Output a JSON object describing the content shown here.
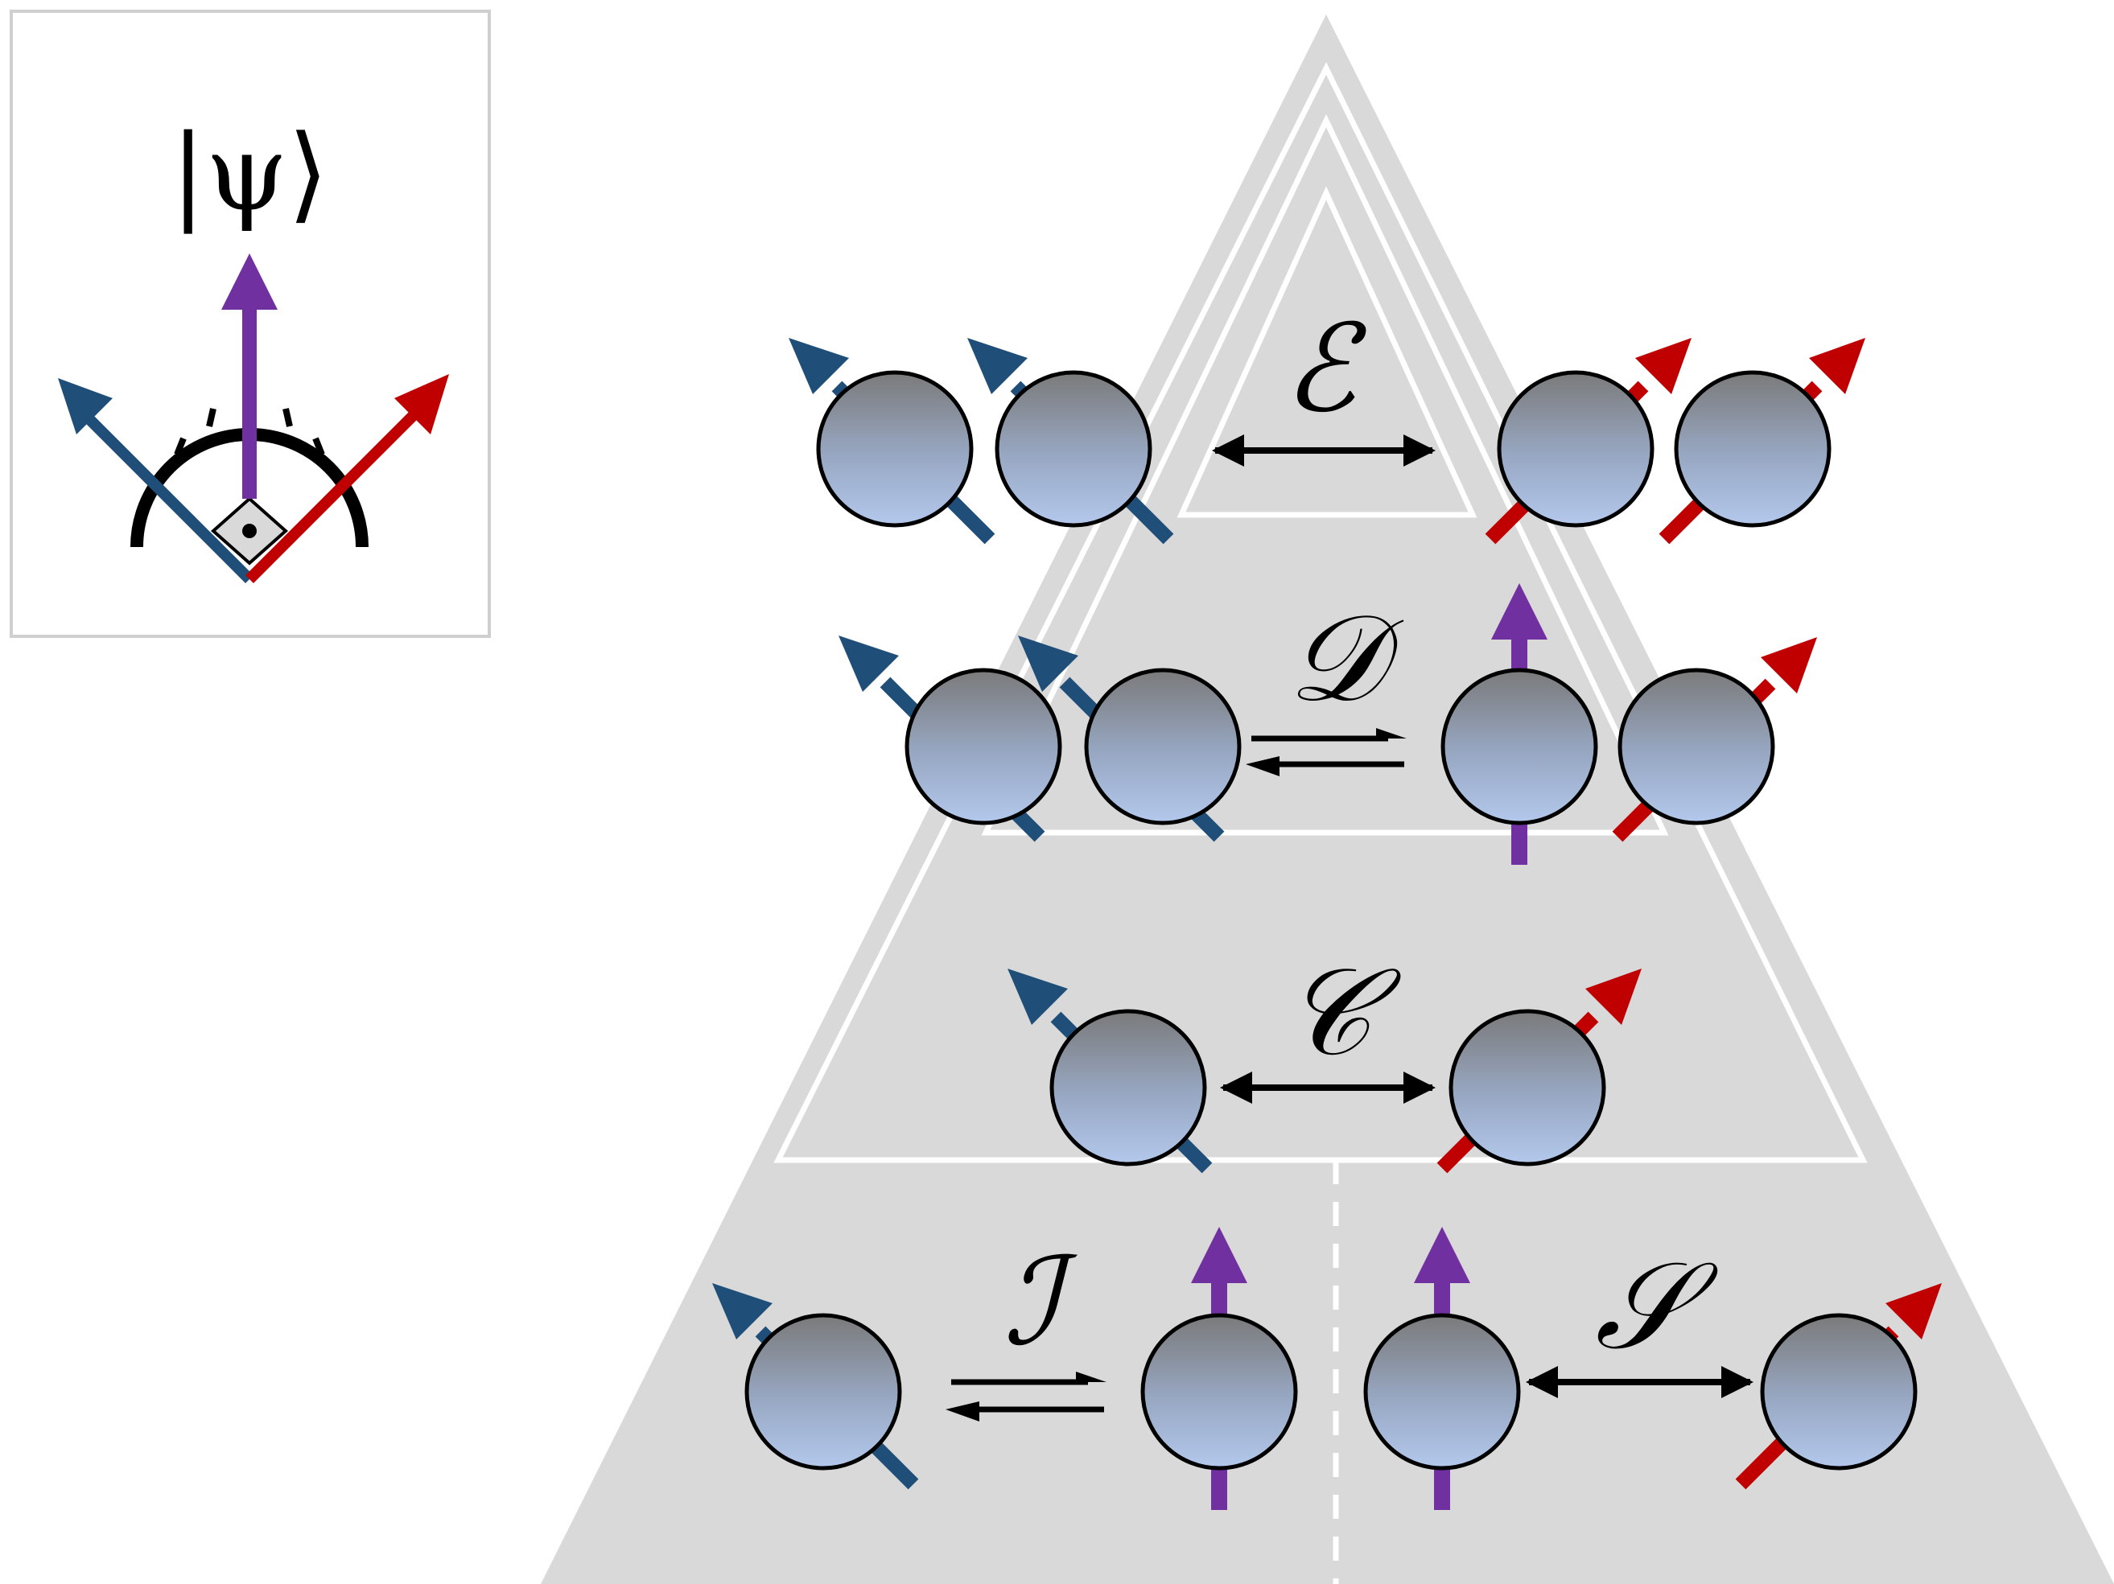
{
  "inset": {
    "ket_label": "|ψ⟩"
  },
  "levels": {
    "E": {
      "symbol": "ℰ",
      "relation": "two-way"
    },
    "D": {
      "symbol": "𝒟",
      "relation": "one-way-equilibrium"
    },
    "C": {
      "symbol": "𝒞",
      "relation": "two-way"
    },
    "I": {
      "symbol": "ℐ",
      "relation": "one-way-equilibrium"
    },
    "S": {
      "symbol": "𝒮",
      "relation": "two-way"
    }
  },
  "colors": {
    "blue_spin": "#1f4e79",
    "purple_spin": "#7030a0",
    "red_spin": "#c00000",
    "pyramid_fill": "#d9d9d9",
    "ball_top": "#7f7f7f",
    "ball_bottom": "#aec3e6"
  }
}
